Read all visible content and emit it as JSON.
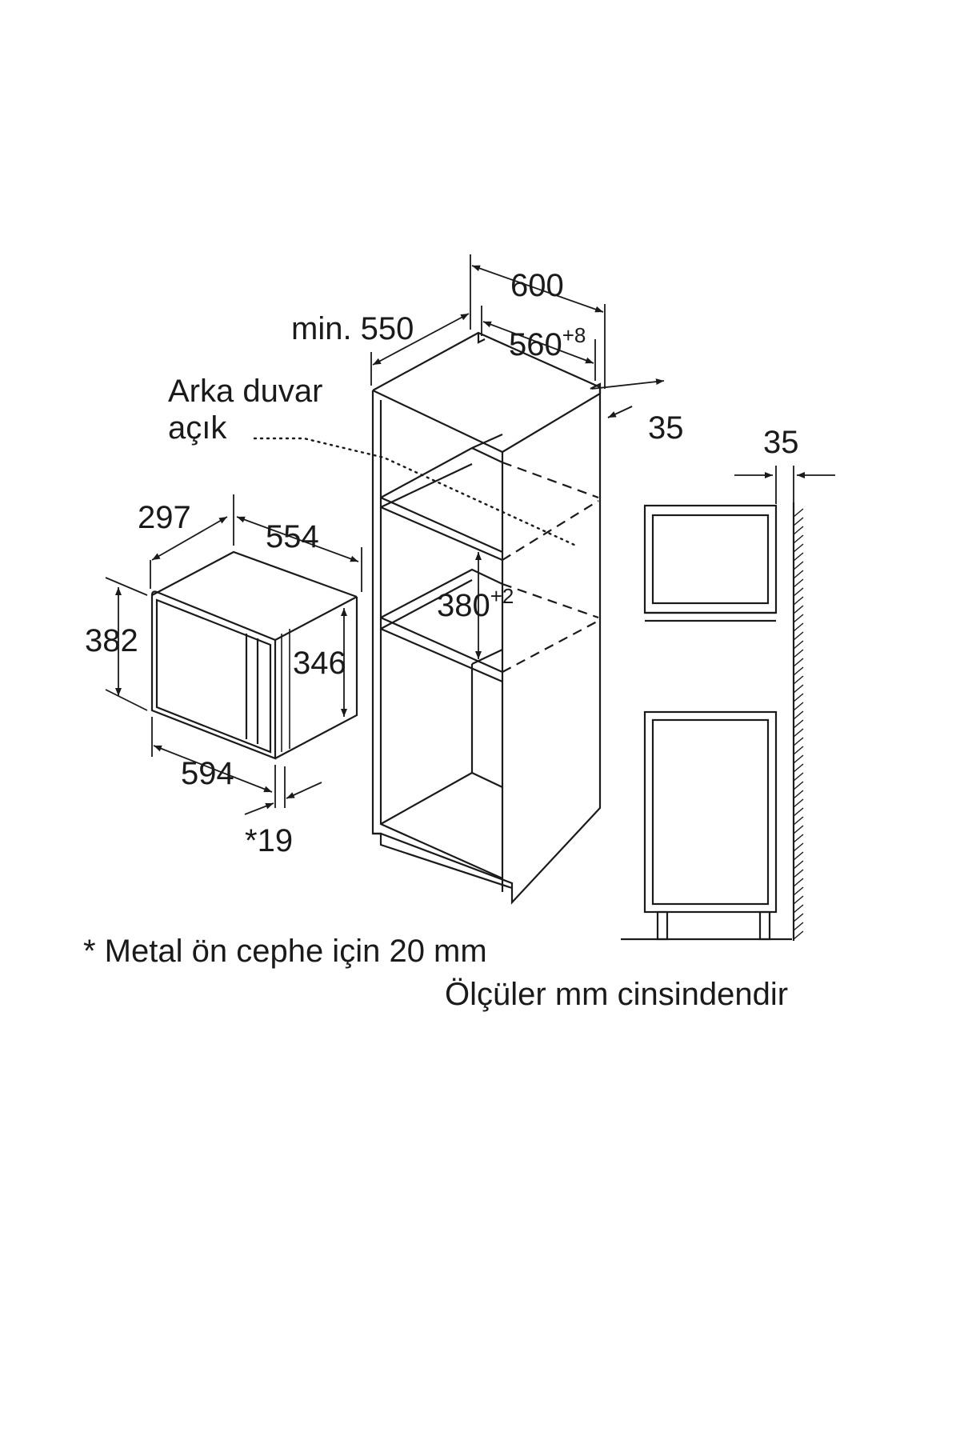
{
  "labels": {
    "depth_min": "min. 550",
    "width_outer": "600",
    "width_inner": "560",
    "width_inner_tol": "+8",
    "gap_right": "35",
    "gap_side": "35",
    "rear_wall_line1": "Arka duvar",
    "rear_wall_line2": "açık",
    "niche_height": "380",
    "niche_height_tol": "+2",
    "device_depth": "297",
    "device_width_back": "554",
    "device_height": "382",
    "device_body_height": "346",
    "device_width_front": "594",
    "device_front_offset": "*19"
  },
  "notes": {
    "metal_front": "* Metal ön cephe için 20 mm",
    "units": "Ölçüler mm cinsindendir"
  }
}
